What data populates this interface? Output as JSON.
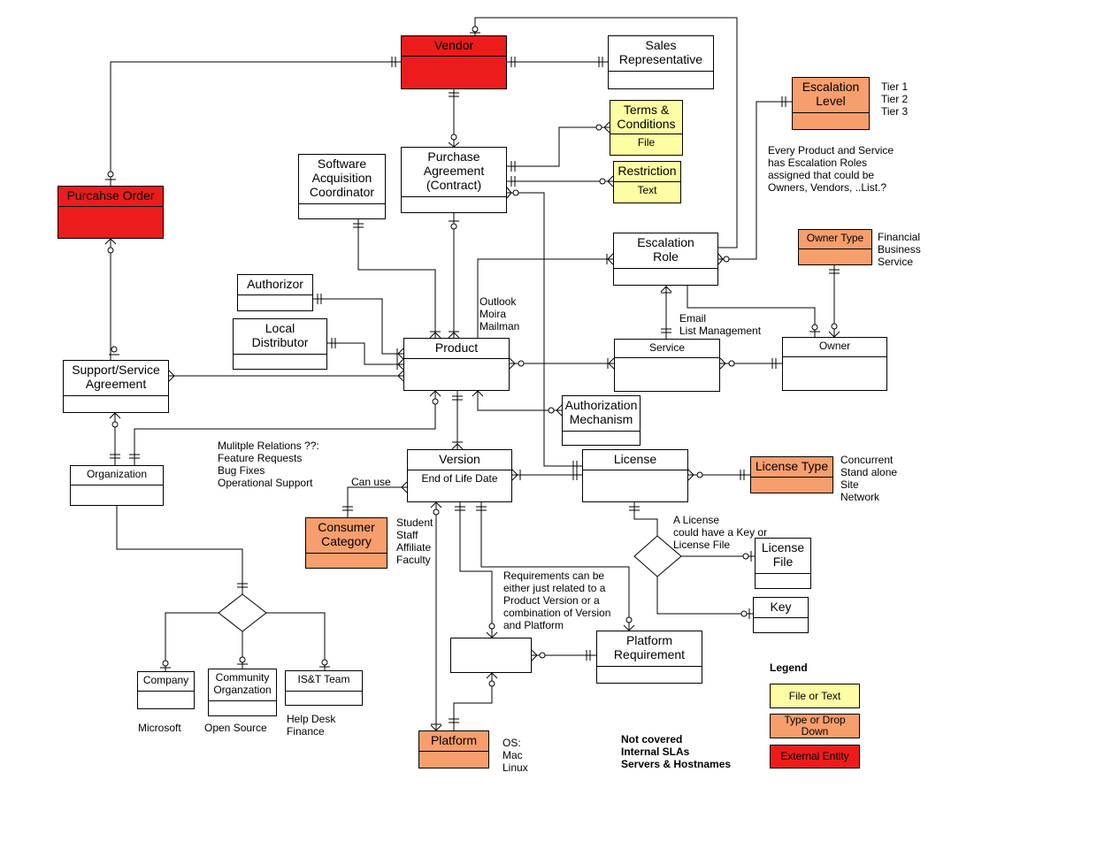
{
  "entities": {
    "vendor": {
      "title": "Vendor",
      "body": ""
    },
    "sales_rep": {
      "title": "Sales\nRepresentative",
      "body": ""
    },
    "escalation_level": {
      "title": "Escalation\nLevel",
      "body": ""
    },
    "terms": {
      "title": "Terms &\nConditions",
      "body": "File"
    },
    "restriction": {
      "title": "Restriction",
      "body": "Text"
    },
    "purchase_agreement": {
      "title": "Purchase\nAgreement\n(Contract)",
      "body": ""
    },
    "software_acq": {
      "title": "Software\nAcquisition\nCoordinator",
      "body": ""
    },
    "purchase_order": {
      "title": "Purcahse Order",
      "body": ""
    },
    "escalation_role": {
      "title": "Escalation\nRole",
      "body": ""
    },
    "owner_type": {
      "title": "Owner Type",
      "body": ""
    },
    "authorizor": {
      "title": "Authorizor",
      "body": ""
    },
    "local_distributor": {
      "title": "Local\nDistributor",
      "body": ""
    },
    "product": {
      "title": "Product",
      "body": ""
    },
    "service": {
      "title": "Service",
      "body": ""
    },
    "owner": {
      "title": "Owner",
      "body": ""
    },
    "support_agreement": {
      "title": "Support/Service\nAgreement",
      "body": ""
    },
    "auth_mechanism": {
      "title": "Authorization\nMechanism",
      "body": ""
    },
    "organization": {
      "title": "Organization",
      "body": ""
    },
    "version": {
      "title": "Version",
      "body": "End of Life Date"
    },
    "license": {
      "title": "License",
      "body": ""
    },
    "license_type": {
      "title": "License Type",
      "body": ""
    },
    "consumer_category": {
      "title": "Consumer\nCategory",
      "body": ""
    },
    "license_file": {
      "title": "License\nFile",
      "body": ""
    },
    "key": {
      "title": "Key",
      "body": ""
    },
    "version_platform": {
      "title": "",
      "body": ""
    },
    "platform_requirement": {
      "title": "Platform\nRequirement",
      "body": ""
    },
    "company": {
      "title": "Company",
      "body": ""
    },
    "community_org": {
      "title": "Community\nOrganzation",
      "body": ""
    },
    "ist_team": {
      "title": "IS&T Team",
      "body": ""
    },
    "platform": {
      "title": "Platform",
      "body": ""
    }
  },
  "notes": {
    "tiers": "Tier 1\nTier 2\nTier 3",
    "escalation_roles": "Every Product and Service\nhas Escalation Roles\nassigned that could be\nOwners, Vendors, ..List.?",
    "owner_types": "Financial\nBusiness\nService",
    "outlook": "Outlook\nMoira\nMailman",
    "email_list": "Email\nList Management",
    "multiple_relations": "Mulitple Relations ??:\nFeature Requests\nBug Fixes\nOperational Support",
    "can_use": "Can use",
    "license_types": "Concurrent\nStand alone\nSite\nNetwork",
    "license_key": "A License\ncould have a Key or\nLicense File",
    "consumer_types": "Student\nStaff\nAffiliate\nFaculty",
    "requirements": "Requirements can be\neither just related to a\nProduct Version or a\ncombination of Version\nand Platform",
    "microsoft": "Microsoft",
    "open_source": "Open Source",
    "help_desk": "Help Desk\nFinance",
    "os": "OS:\nMac\nLinux",
    "not_covered": "Not covered\nInternal SLAs\nServers & Hostnames"
  },
  "legend": {
    "title": "Legend",
    "items": [
      {
        "label": "File or Text",
        "color": "#fdfda3"
      },
      {
        "label": "Type or Drop\nDown",
        "color": "#f79e6d"
      },
      {
        "label": "External Entity",
        "color": "#ec1c1c"
      }
    ]
  }
}
